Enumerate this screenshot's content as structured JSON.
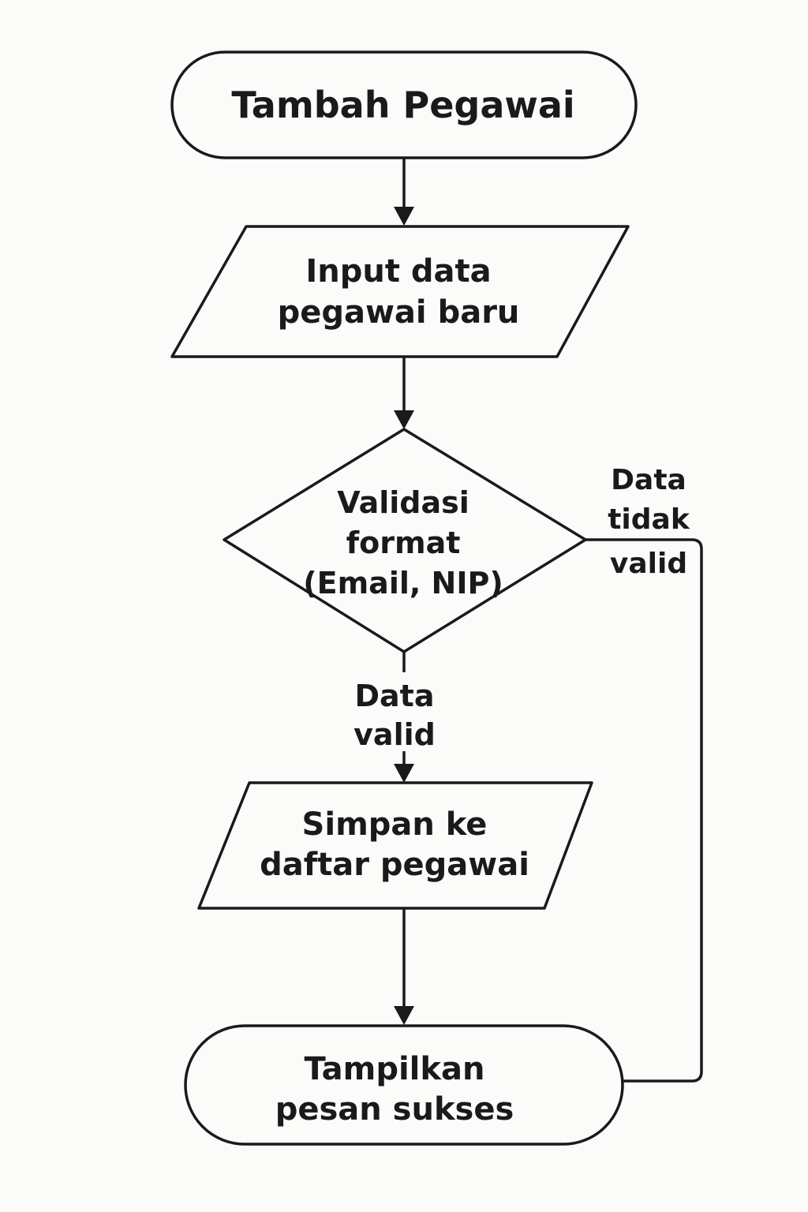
{
  "nodes": {
    "start": {
      "line1": "Tambah Pegawai"
    },
    "input": {
      "line1": "Input data",
      "line2": "pegawai baru"
    },
    "decision": {
      "line1": "Validasi",
      "line2": "format",
      "line3": "(Email, NIP)"
    },
    "save": {
      "line1": "Simpan ke",
      "line2": "daftar pegawai"
    },
    "end": {
      "line1": "Tampilkan",
      "line2": "pesan sukses"
    }
  },
  "edges": {
    "valid": {
      "line1": "Data",
      "line2": "valid"
    },
    "invalid": {
      "line1": "Data",
      "line2": "tidak",
      "line3": "valid"
    }
  },
  "colors": {
    "stroke": "#1a1a1a",
    "background": "#fbfbf9"
  }
}
